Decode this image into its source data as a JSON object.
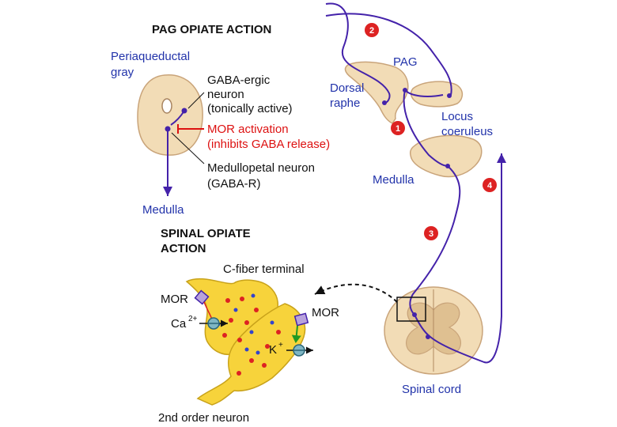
{
  "titles": {
    "pag": "PAG OPIATE ACTION",
    "spinal_line1": "SPINAL OPIATE",
    "spinal_line2": "ACTION"
  },
  "pag_panel": {
    "region_line1": "Periaqueductal",
    "region_line2": "gray",
    "gaba_line1": "GABA-ergic",
    "gaba_line2": "neuron",
    "gaba_line3": "(tonically active)",
    "mor_line1": "MOR activation",
    "mor_line2": "(inhibits GABA release)",
    "medullopetal_line1": "Medullopetal neuron",
    "medullopetal_line2": "(GABA-R)",
    "medulla": "Medulla"
  },
  "pathway": {
    "pag": "PAG",
    "dorsal_raphe_line1": "Dorsal",
    "dorsal_raphe_line2": "raphe",
    "locus_line1": "Locus",
    "locus_line2": "coeruleus",
    "medulla": "Medulla",
    "spinal_cord": "Spinal cord",
    "markers": [
      "1",
      "2",
      "3",
      "4"
    ]
  },
  "synapse": {
    "c_fiber": "C-fiber terminal",
    "mor_left": "MOR",
    "mor_right": "MOR",
    "ca": "Ca",
    "ca_sup": "2+",
    "k": "K",
    "k_sup": "+",
    "second_order": "2nd order neuron"
  },
  "colors": {
    "tissue": "#f2dcb6",
    "tissue_stroke": "#c9a47a",
    "nerve": "#4422aa",
    "marker": "#dd2222",
    "terminal": "#f7d33b",
    "terminal_stroke": "#c8a21a",
    "mor": "#b8a2dc"
  }
}
